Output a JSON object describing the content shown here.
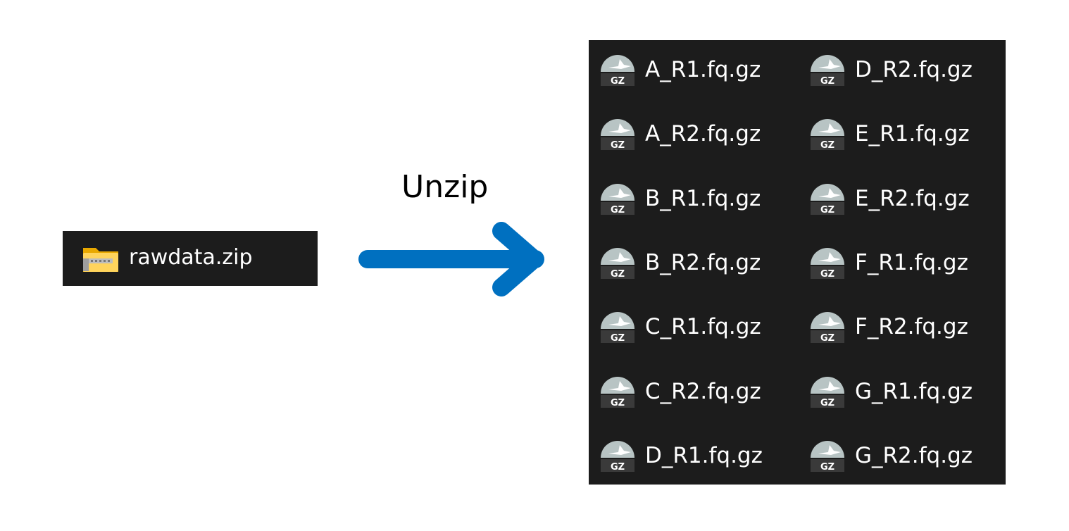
{
  "source": {
    "label": "rawdata.zip",
    "icon": "zip-folder-icon"
  },
  "action": {
    "label": "Unzip",
    "arrow_color": "#0070c0"
  },
  "files": {
    "icon": "gz-archive-icon",
    "columns": [
      [
        "A_R1.fq.gz",
        "A_R2.fq.gz",
        "B_R1.fq.gz",
        "B_R2.fq.gz",
        "C_R1.fq.gz",
        "C_R2.fq.gz",
        "D_R1.fq.gz"
      ],
      [
        "D_R2.fq.gz",
        "E_R1.fq.gz",
        "E_R2.fq.gz",
        "F_R1.fq.gz",
        "F_R2.fq.gz",
        "G_R1.fq.gz",
        "G_R2.fq.gz"
      ]
    ]
  }
}
